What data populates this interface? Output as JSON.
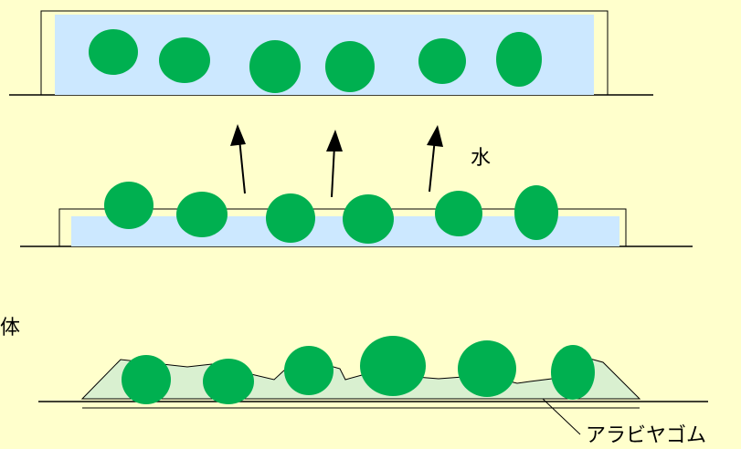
{
  "colors": {
    "background": "#ffffcc",
    "water": "#cce8ff",
    "particle": "#00b050",
    "gum": "#d9f0d0",
    "outline": "#000000"
  },
  "labels": {
    "water": "水",
    "body": "体",
    "gum": "アラビヤゴム"
  }
}
